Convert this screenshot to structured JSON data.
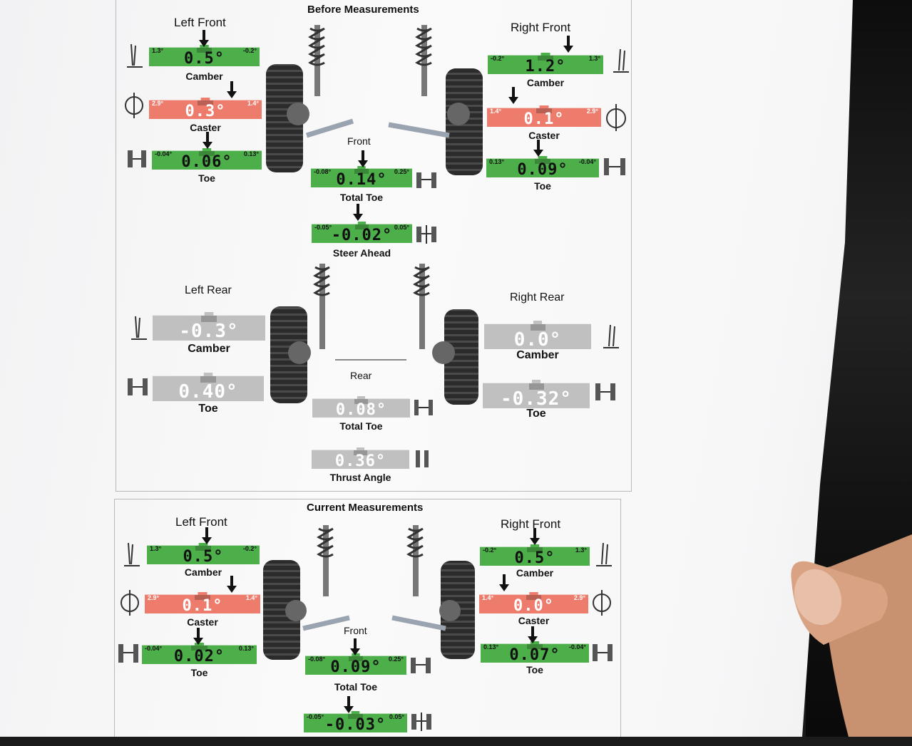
{
  "before": {
    "title": "Before Measurements",
    "front_left": {
      "title": "Left Front",
      "camber": {
        "label": "Camber",
        "value": "0.5°",
        "min": "1.3°",
        "max": "-0.2°"
      },
      "caster": {
        "label": "Caster",
        "value": "0.3°",
        "min": "2.9°",
        "max": "1.4°"
      },
      "toe": {
        "label": "Toe",
        "value": "0.06°",
        "min": "-0.04°",
        "max": "0.13°"
      }
    },
    "front_right": {
      "title": "Right Front",
      "camber": {
        "label": "Camber",
        "value": "1.2°",
        "min": "-0.2°",
        "max": "1.3°"
      },
      "caster": {
        "label": "Caster",
        "value": "0.1°",
        "min": "1.4°",
        "max": "2.9°"
      },
      "toe": {
        "label": "Toe",
        "value": "0.09°",
        "min": "0.13°",
        "max": "-0.04°"
      }
    },
    "front_label": "Front",
    "total_toe": {
      "label": "Total Toe",
      "value": "0.14°",
      "min": "-0.08°",
      "max": "0.25°"
    },
    "steer_ahead": {
      "label": "Steer Ahead",
      "value": "-0.02°",
      "min": "-0.05°",
      "max": "0.05°"
    },
    "rear_left": {
      "title": "Left Rear",
      "camber": {
        "label": "Camber",
        "value": "-0.3°"
      },
      "toe": {
        "label": "Toe",
        "value": "0.40°"
      }
    },
    "rear_right": {
      "title": "Right Rear",
      "camber": {
        "label": "Camber",
        "value": "0.0°"
      },
      "toe": {
        "label": "Toe",
        "value": "-0.32°"
      }
    },
    "rear_label": "Rear",
    "rear_total_toe": {
      "label": "Total Toe",
      "value": "0.08°"
    },
    "thrust_angle": {
      "label": "Thrust Angle",
      "value": "0.36°"
    }
  },
  "current": {
    "title": "Current Measurements",
    "front_left": {
      "title": "Left Front",
      "camber": {
        "label": "Camber",
        "value": "0.5°",
        "min": "1.3°",
        "max": "-0.2°"
      },
      "caster": {
        "label": "Caster",
        "value": "0.1°",
        "min": "2.9°",
        "max": "1.4°"
      },
      "toe": {
        "label": "Toe",
        "value": "0.02°",
        "min": "-0.04°",
        "max": "0.13°"
      }
    },
    "front_right": {
      "title": "Right Front",
      "camber": {
        "label": "Camber",
        "value": "0.5°",
        "min": "-0.2°",
        "max": "1.3°"
      },
      "caster": {
        "label": "Caster",
        "value": "0.0°",
        "min": "1.4°",
        "max": "2.9°"
      },
      "toe": {
        "label": "Toe",
        "value": "0.07°",
        "min": "0.13°",
        "max": "-0.04°"
      }
    },
    "front_label": "Front",
    "total_toe": {
      "label": "Total Toe",
      "value": "0.09°",
      "min": "-0.08°",
      "max": "0.25°"
    },
    "steer_ahead": {
      "value": "-0.03°",
      "min": "-0.05°",
      "max": "0.05°"
    }
  },
  "colors": {
    "in_spec": "#4daf4a",
    "out_of_spec": "#ee7c6c",
    "no_spec": "#c0c0c0"
  }
}
